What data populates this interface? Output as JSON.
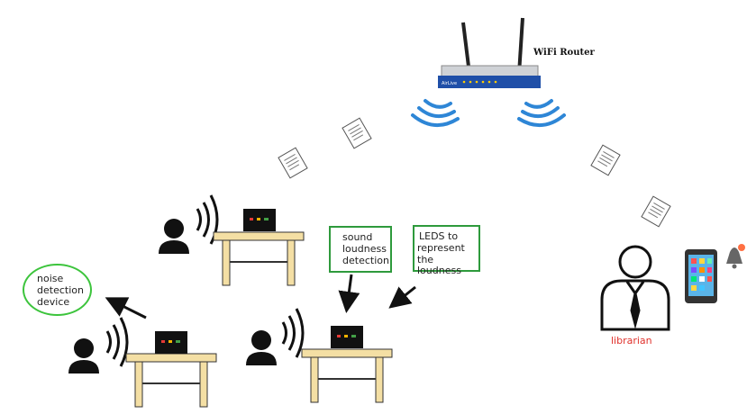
{
  "router": {
    "label": "WiFi Router",
    "brand": "AirLive"
  },
  "boxes": {
    "sound": {
      "lines": [
        "sound",
        "loudness",
        "detection"
      ]
    },
    "leds": {
      "lines": [
        "LEDS to",
        "represent",
        "the loudness"
      ]
    }
  },
  "noise_device": {
    "lines": [
      "noise",
      "detection",
      "device"
    ]
  },
  "librarian": {
    "label": "librarian",
    "color": "#e0322c"
  },
  "colors": {
    "wifi": "#2e86d6",
    "box_border": "#2e9a3c",
    "ellipse": "#3cc43c",
    "table": "#f4dfa4",
    "device": "#111111"
  },
  "icons": [
    "wifi-router-icon",
    "wifi-signal-icon",
    "document-icon",
    "person-icon",
    "sound-wave-icon",
    "table-icon",
    "device-icon",
    "smartphone-icon",
    "bell-icon",
    "arrow-icon"
  ]
}
